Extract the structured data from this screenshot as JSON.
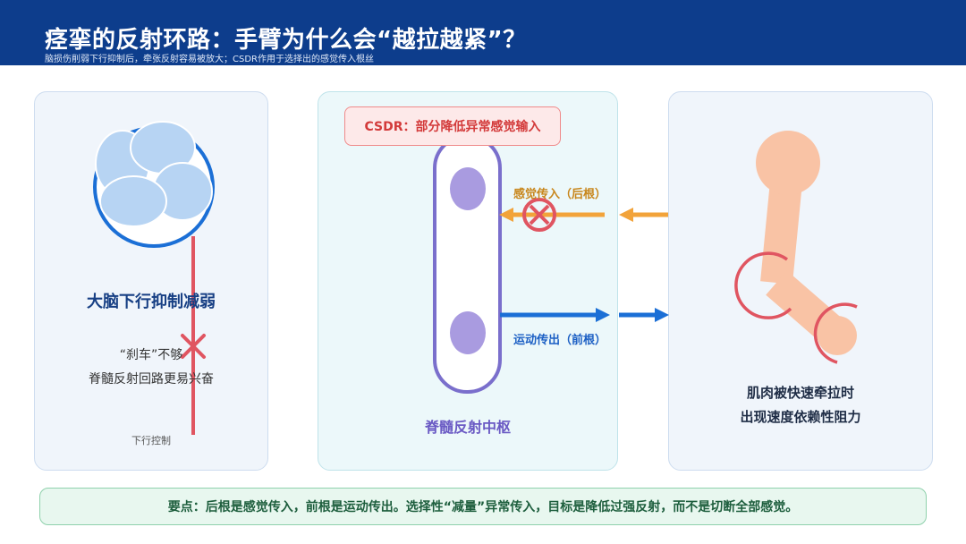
{
  "header": {
    "title": "痉挛的反射环路：手臂为什么会“越拉越紧”？",
    "subtitle": "脑损伤削弱下行抑制后，牵张反射容易被放大；CSDR作用于选择出的感觉传入根丝"
  },
  "left_panel": {
    "label": "大脑下行抑制减弱",
    "desc_line1": "“刹车”不够",
    "desc_line2": "脊髓反射回路更易兴奋",
    "descending_label": "下行控制"
  },
  "middle_panel": {
    "csdr_badge": "CSDR：部分降低异常感觉输入",
    "sensory_label": "感觉传入（后根）",
    "motor_label": "运动传出（前根）",
    "spinal_label": "脊髓反射中枢"
  },
  "right_panel": {
    "line1": "肌肉被快速牵拉时",
    "line2": "出现速度依赖性阻力"
  },
  "keypoint": "要点：后根是感觉传入，前根是运动传出。选择性“减量”异常传入，目标是降低过强反射，而不是切断全部感觉。",
  "colors": {
    "header": "#0d3d8c",
    "block_red": "#e05561",
    "sensory": "#f2a33a",
    "motor": "#1b6fd6",
    "spinal_nucleus": "#a99be0",
    "arm": "#f9c3a5"
  },
  "icons": [
    "brain-icon",
    "spinal-cord-icon",
    "block-icon",
    "arm-icon"
  ]
}
